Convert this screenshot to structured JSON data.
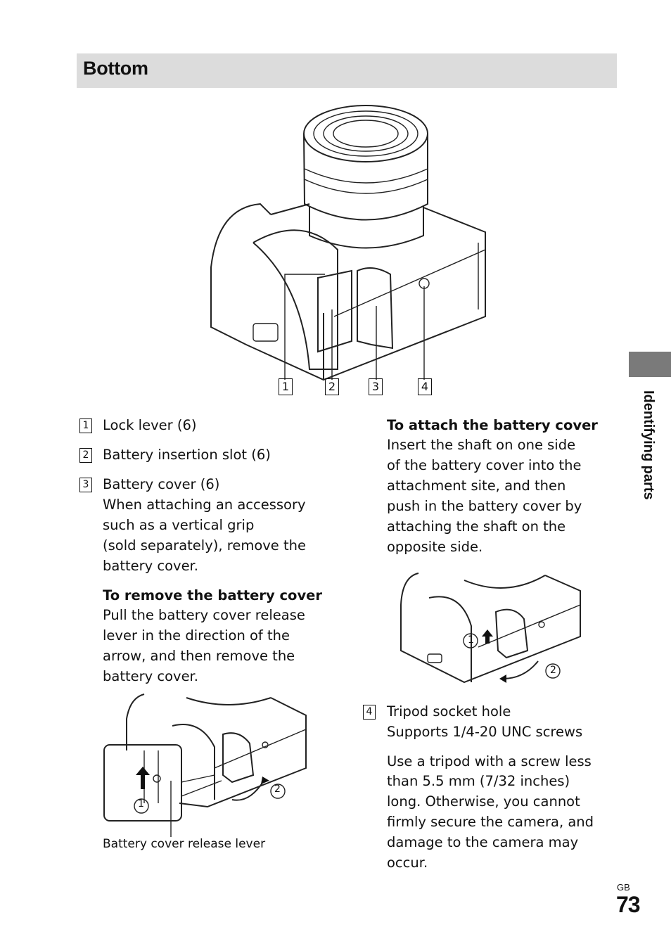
{
  "section": {
    "title": "Bottom"
  },
  "side_tab": {
    "label": "Identifying parts"
  },
  "callouts": [
    "1",
    "2",
    "3",
    "4"
  ],
  "items": [
    {
      "num": "1",
      "label": "Lock lever (6)"
    },
    {
      "num": "2",
      "label": "Battery insertion slot (6)"
    },
    {
      "num": "3",
      "label": "Battery cover (6)",
      "desc": [
        "When attaching an accessory",
        "such as a vertical grip",
        "(sold separately), remove the",
        "battery cover."
      ]
    },
    {
      "num": "4",
      "label": "Tripod socket hole",
      "desc": [
        "Supports 1/4-20 UNC screws"
      ]
    }
  ],
  "remove": {
    "heading": "To remove the battery cover",
    "lines": [
      "Pull the battery cover release",
      "lever in the direction of the",
      "arrow, and then remove the",
      "battery cover."
    ],
    "caption": "Battery cover release lever",
    "step1": "1",
    "step2": "2"
  },
  "attach": {
    "heading": "To attach the battery cover",
    "lines": [
      "Insert the shaft on one side",
      "of the battery cover into the",
      "attachment site, and then",
      "push in the battery cover by",
      "attaching the shaft on the",
      "opposite side."
    ],
    "step1": "1",
    "step2": "2"
  },
  "tripod_note": {
    "lines": [
      "Use a tripod with a screw less",
      "than 5.5 mm (7/32 inches)",
      "long. Otherwise, you cannot",
      "firmly secure the camera, and",
      "damage to the camera may",
      "occur."
    ]
  },
  "footer": {
    "region": "GB",
    "page": "73"
  }
}
